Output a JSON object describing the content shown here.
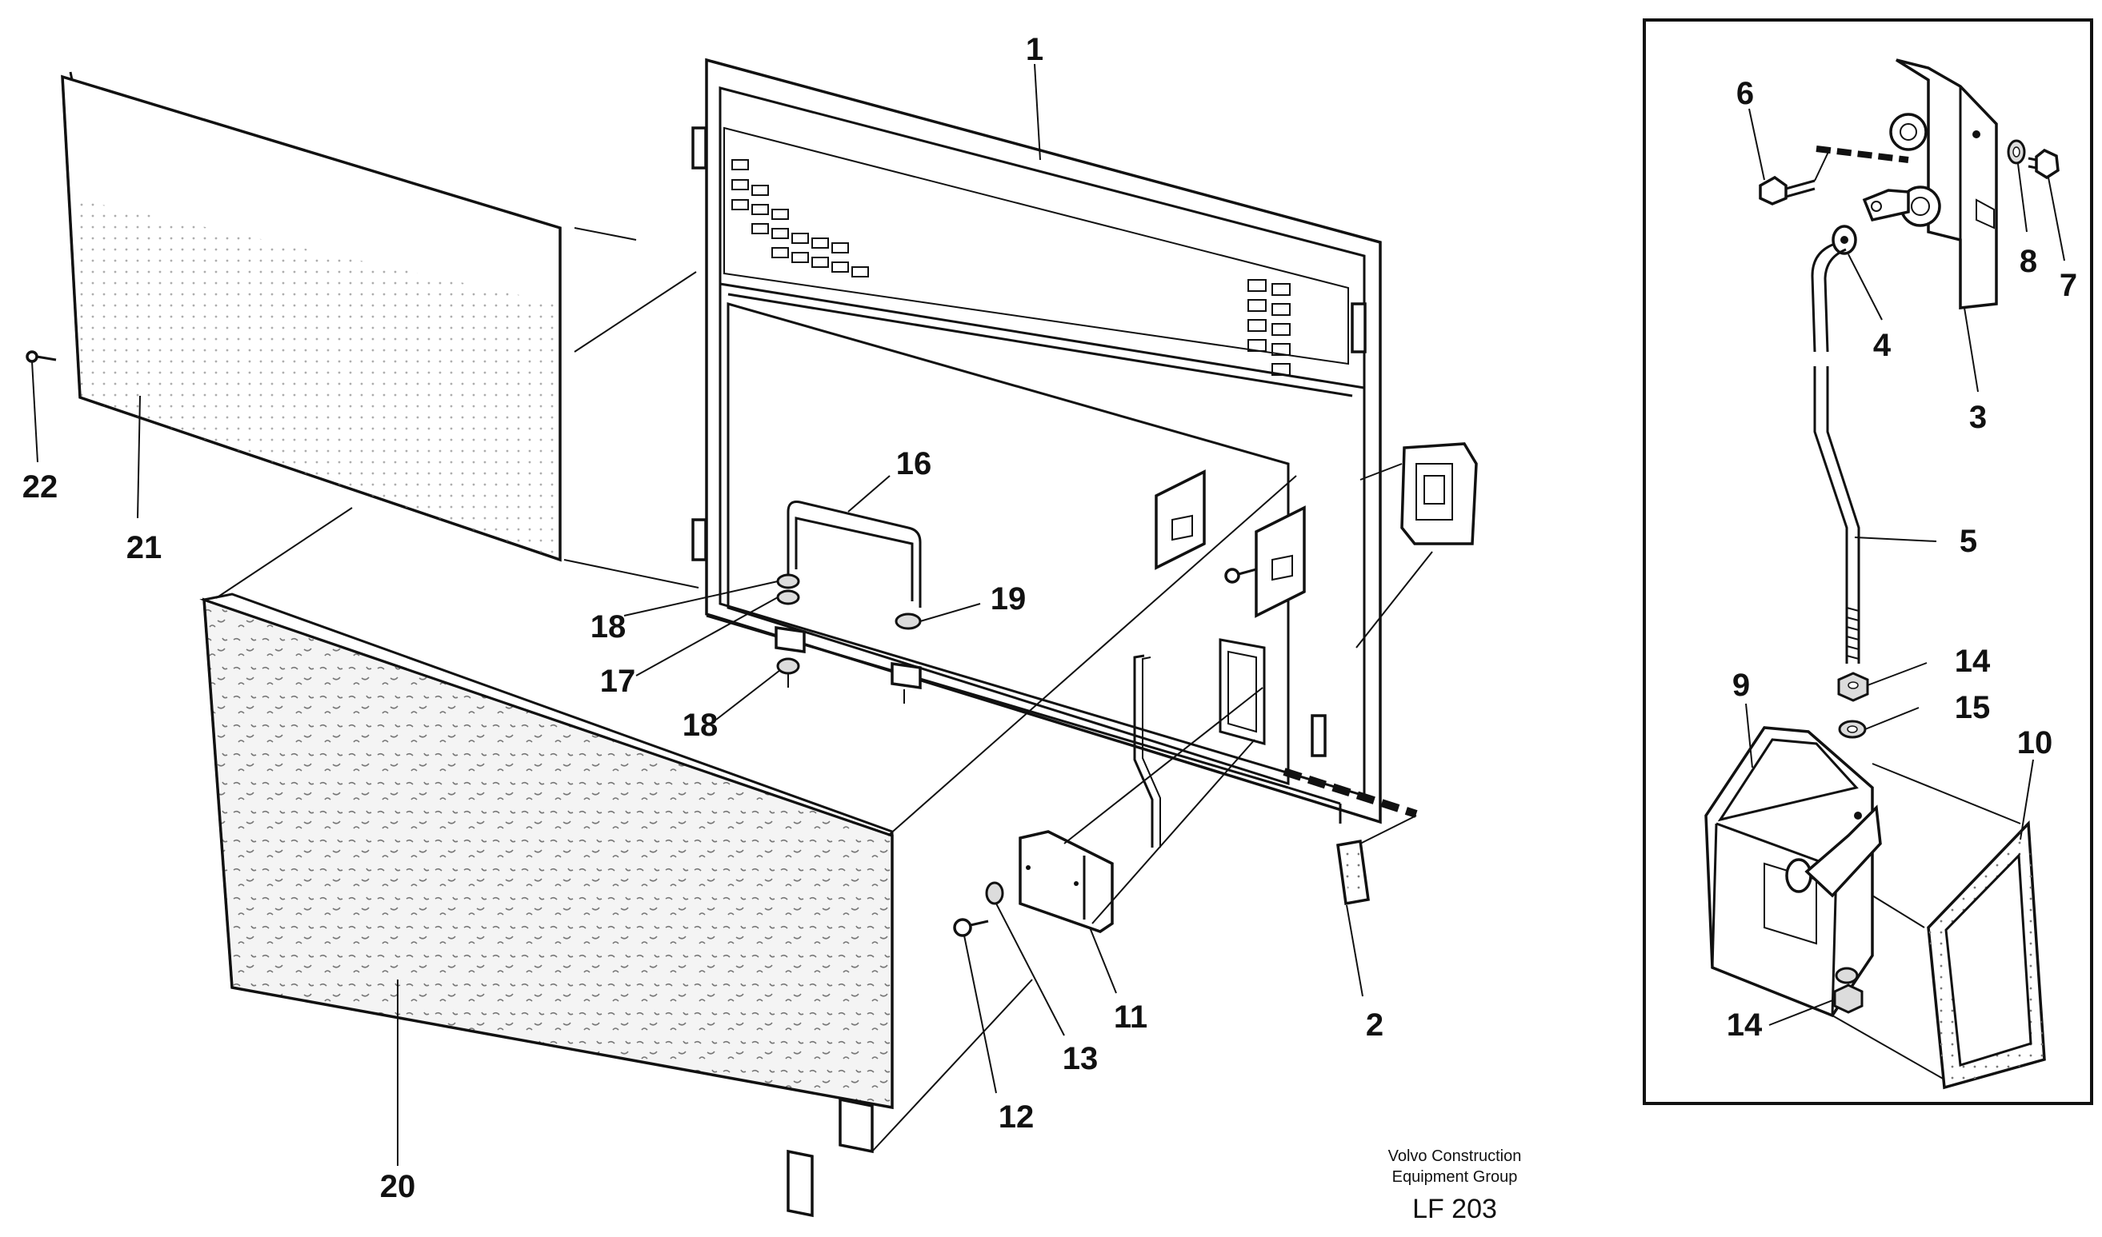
{
  "callouts": [
    "1",
    "2",
    "3",
    "4",
    "5",
    "6",
    "7",
    "8",
    "9",
    "10",
    "11",
    "12",
    "13",
    "14",
    "14",
    "15",
    "16",
    "17",
    "18",
    "18",
    "19",
    "20",
    "21",
    "22"
  ],
  "footer": {
    "company_line1": "Volvo Construction",
    "company_line2": "Equipment Group",
    "code": "LF 203"
  }
}
